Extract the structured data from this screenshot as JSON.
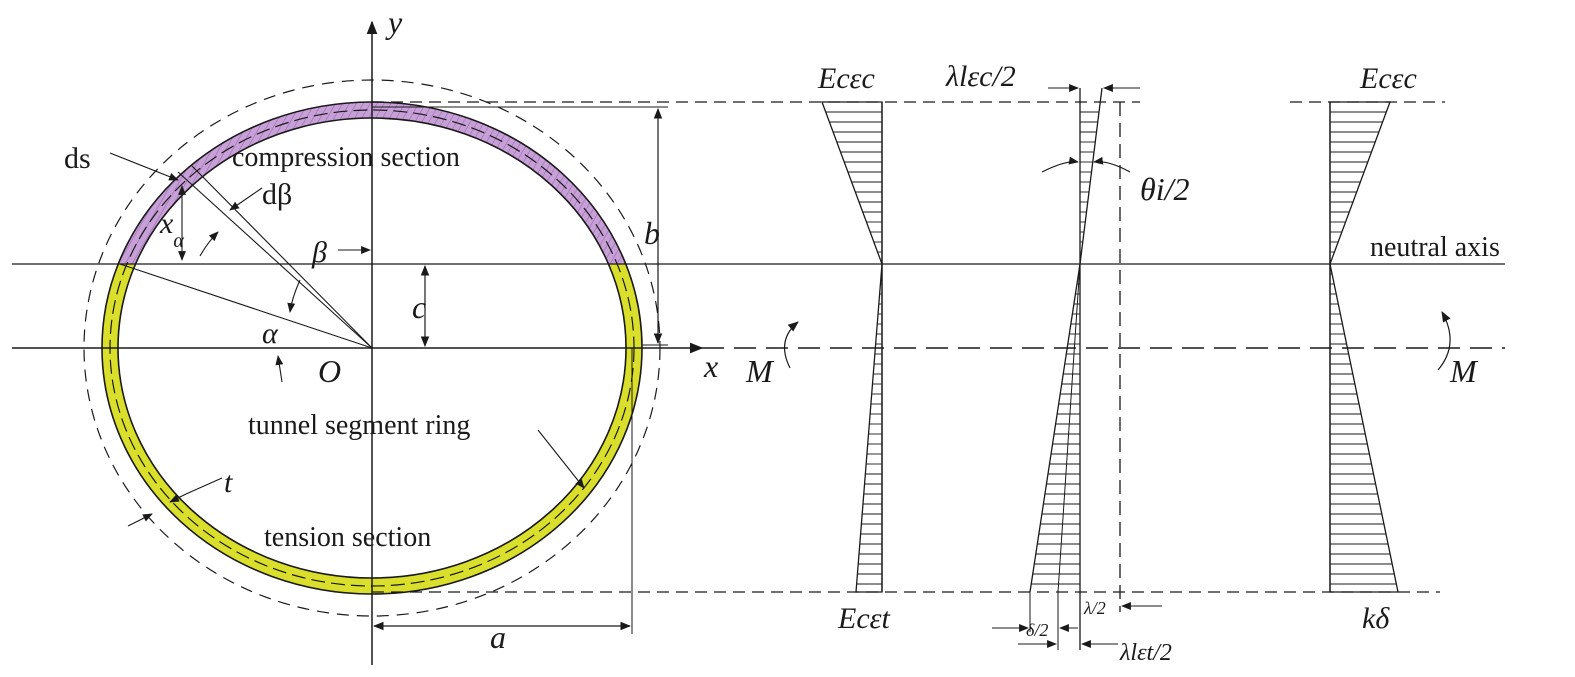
{
  "labels": {
    "y_axis": "y",
    "x_axis": "x",
    "origin": "O",
    "ds": "ds",
    "dbeta": "dβ",
    "x_alpha": "x",
    "x_alpha_sub": "α",
    "beta": "β",
    "alpha": "α",
    "b": "b",
    "c": "c",
    "a": "a",
    "t": "t",
    "compression": "compression section",
    "tension": "tension section",
    "ring": "tunnel segment ring",
    "M_left": "M",
    "M_right": "M",
    "neutral_axis": "neutral axis",
    "Ec_ec_left": "Ecεc",
    "Ec_et": "Ecεt",
    "lambda_l_ec_2": "λlεc/2",
    "theta_i_2": "θi/2",
    "lambda_2": "λ/2",
    "delta_2": "δ/2",
    "lambda_l_et_2": "λlεt/2",
    "Ec_ec_right": "Ecεc",
    "k_delta": "kδ"
  },
  "colors": {
    "line": "#1a1a1a",
    "compression_fill": "#c8a0d8",
    "tension_fill": "#d9df2a"
  }
}
